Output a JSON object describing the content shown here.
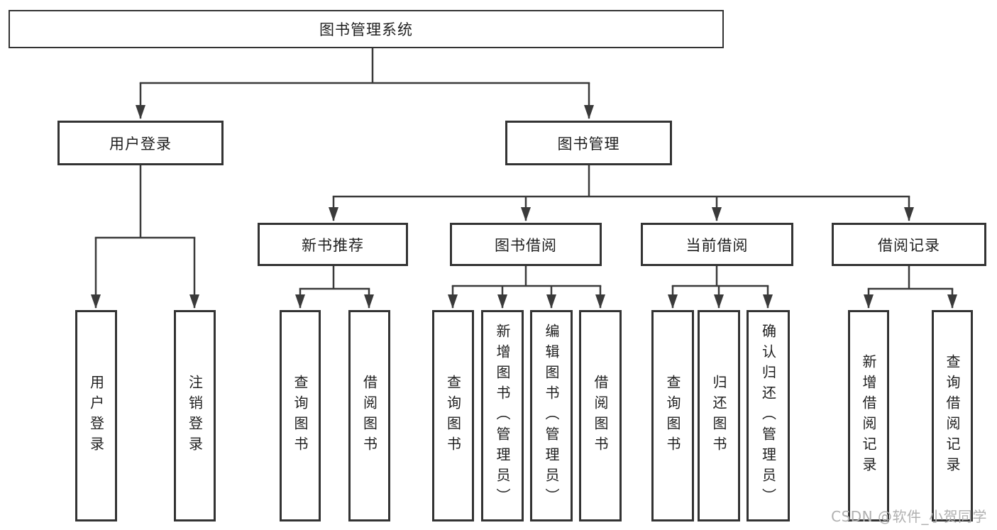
{
  "diagram": {
    "root": {
      "label": "图书管理系统"
    },
    "login_branch": {
      "label": "用户登录",
      "leaves": [
        {
          "label": "用户登录"
        },
        {
          "label": "注销登录"
        }
      ]
    },
    "mgmt_branch": {
      "label": "图书管理",
      "groups": [
        {
          "label": "新书推荐",
          "leaves": [
            {
              "label": "查询图书"
            },
            {
              "label": "借阅图书"
            }
          ]
        },
        {
          "label": "图书借阅",
          "leaves": [
            {
              "label": "查询图书"
            },
            {
              "label": "新增图书（管理员）"
            },
            {
              "label": "编辑图书（管理员）"
            },
            {
              "label": "借阅图书"
            }
          ]
        },
        {
          "label": "当前借阅",
          "leaves": [
            {
              "label": "查询图书"
            },
            {
              "label": "归还图书"
            },
            {
              "label": "确认归还（管理员）"
            }
          ]
        },
        {
          "label": "借阅记录",
          "leaves": [
            {
              "label": "新增借阅记录"
            },
            {
              "label": "查询借阅记录"
            }
          ]
        }
      ]
    }
  },
  "watermark": {
    "text": "CSDN @软件_小贺同学"
  },
  "colors": {
    "line": "#3a3a3a",
    "border": "#333333",
    "text": "#1f1f1f",
    "background": "#ffffff",
    "watermark": "#b0b0b0"
  }
}
